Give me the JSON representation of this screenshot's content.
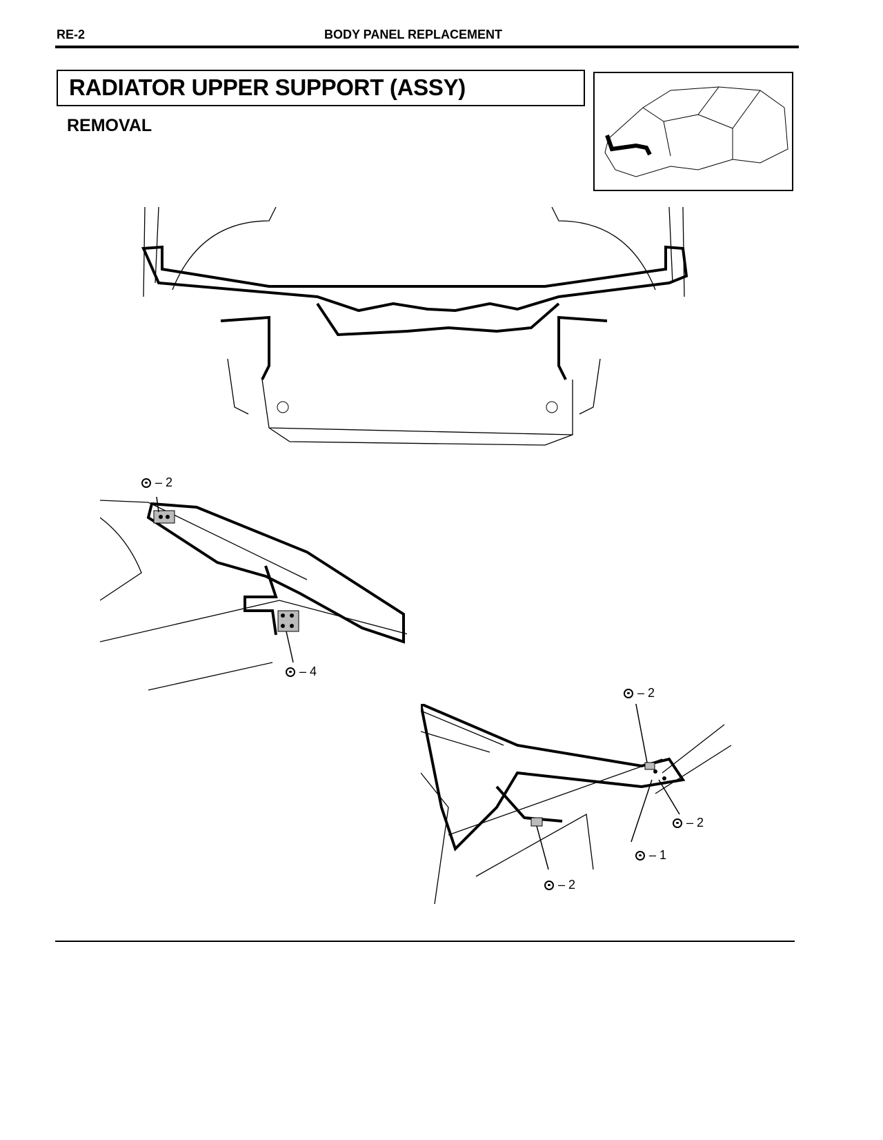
{
  "header": {
    "page_number": "RE-2",
    "section": "BODY PANEL REPLACEMENT"
  },
  "title": "RADIATOR UPPER SUPPORT (ASSY)",
  "subtitle": "REMOVAL",
  "icons": {
    "weld_spot": "spot-weld-icon"
  },
  "figure_left": {
    "labels": [
      {
        "text": "– 2"
      },
      {
        "text": "– 4"
      }
    ]
  },
  "figure_right": {
    "labels": [
      {
        "text": "– 2"
      },
      {
        "text": "– 2"
      },
      {
        "text": "– 1"
      },
      {
        "text": "– 2"
      }
    ]
  }
}
